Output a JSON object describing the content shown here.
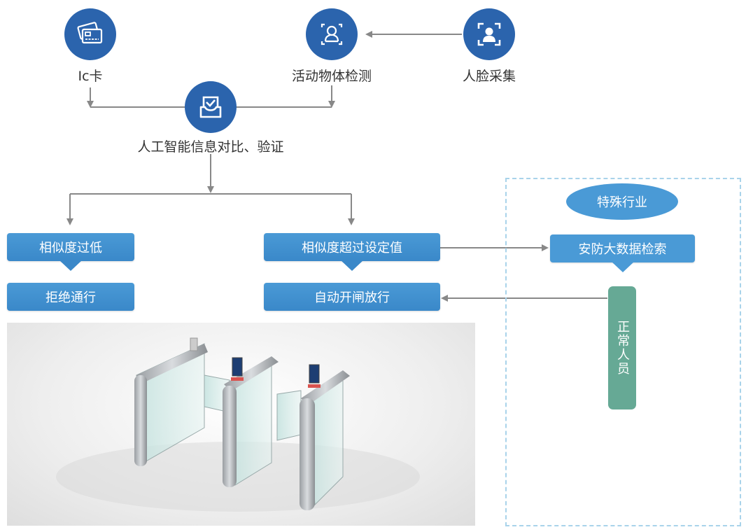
{
  "nodes": {
    "ic_card": {
      "label": "Ic卡",
      "icon": "card-icon"
    },
    "liveness": {
      "label": "活动物体检测",
      "icon": "face-frame-icon"
    },
    "face_capture": {
      "label": "人脸采集",
      "icon": "face-scan-icon"
    },
    "ai_verify": {
      "label": "人工智能信息对比、验证",
      "icon": "inbox-check-icon"
    }
  },
  "branches": {
    "low_similarity": "相似度过低",
    "reject": "拒绝通行",
    "high_similarity": "相似度超过设定值",
    "auto_open": "自动开闸放行"
  },
  "special_industry": {
    "title": "特殊行业",
    "search": "安防大数据检索",
    "normal_person": "正常人员"
  },
  "photo": {
    "subject": "speed-gate-turnstiles",
    "gate_count": 3
  },
  "colors": {
    "icon_blue": "#2b64ad",
    "box_blue": "#4a9ad6",
    "green": "#66a995",
    "dashed_border": "#a9d3ea",
    "line_gray": "#888888"
  }
}
